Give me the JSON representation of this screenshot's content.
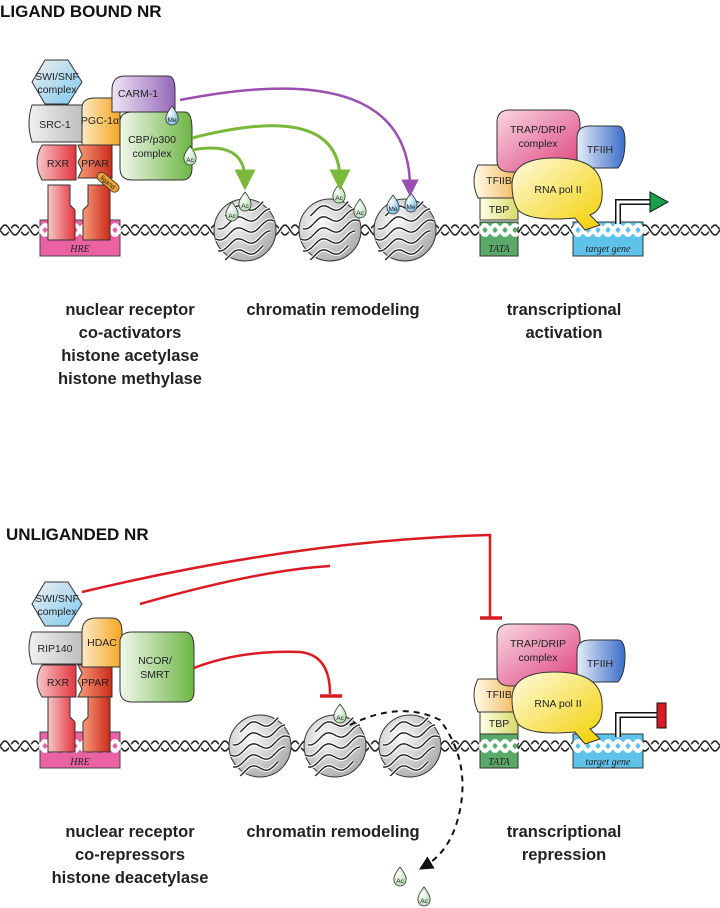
{
  "headings": {
    "ligand_bound": "LIGAND BOUND NR",
    "unliganded": "UNLIGANDED NR"
  },
  "top": {
    "proteins": {
      "swisnf": [
        "SWI/SNF",
        "complex"
      ],
      "src1": "SRC-1",
      "pgc": "PGC-1α",
      "carm": "CARM-1",
      "cbp": [
        "CBP/p300",
        "complex"
      ],
      "rxr": "RXR",
      "ppar": "PPAR",
      "ligand": "ligand",
      "trap": [
        "TRAP/DRIP",
        "complex"
      ],
      "tfiih": "TFIIH",
      "tfiib": "TFIIB",
      "rnapol": "RNA pol II",
      "tbp": "TBP"
    },
    "dna_labels": {
      "hre": "HRE",
      "tata": "TATA",
      "target": "target gene"
    },
    "marks": {
      "ac": "Ac",
      "me": "Me"
    },
    "captions": {
      "left": [
        "nuclear receptor",
        "co-activators",
        "histone acetylase",
        "histone methylase"
      ],
      "middle": [
        "chromatin remodeling"
      ],
      "right": [
        "transcriptional",
        "activation"
      ]
    }
  },
  "bottom": {
    "proteins": {
      "swisnf": [
        "SWI/SNF",
        "complex"
      ],
      "rip": "RIP140",
      "hdac": "HDAC",
      "ncor": [
        "NCOR/",
        "SMRT"
      ],
      "rxr": "RXR",
      "ppar": "PPAR",
      "trap": [
        "TRAP/DRIP",
        "complex"
      ],
      "tfiih": "TFIIH",
      "tfiib": "TFIIB",
      "rnapol": "RNA pol II",
      "tbp": "TBP"
    },
    "dna_labels": {
      "hre": "HRE",
      "tata": "TATA",
      "target": "target gene"
    },
    "marks": {
      "ac": "Ac"
    },
    "captions": {
      "left": [
        "nuclear receptor",
        "co-repressors",
        "histone deacetylase"
      ],
      "middle": [
        "chromatin remodeling"
      ],
      "right": [
        "transcriptional",
        "repression"
      ]
    }
  },
  "colors": {
    "hre": "#e9529a",
    "tata": "#5aa86a",
    "target": "#5fc2ea",
    "activate_green": "#7ab83a",
    "methyl_purple": "#9b4fb0",
    "inhibit_red": "#d91c24",
    "green_arrowhead": "#1a9f4a"
  }
}
